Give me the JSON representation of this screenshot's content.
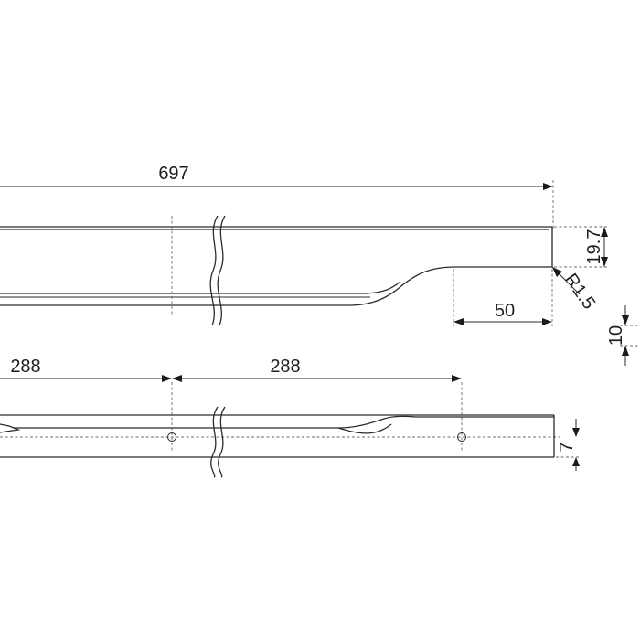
{
  "dimensions": {
    "total_length": "697",
    "height": "19.7",
    "radius": "R1.5",
    "tail_length": "50",
    "thickness": "10",
    "hole_spacing_left": "288",
    "hole_spacing_right": "288",
    "hole_offset": "7"
  },
  "colors": {
    "stroke": "#2b2b2b",
    "dash": "#6a6a6a",
    "background": "#ffffff"
  }
}
